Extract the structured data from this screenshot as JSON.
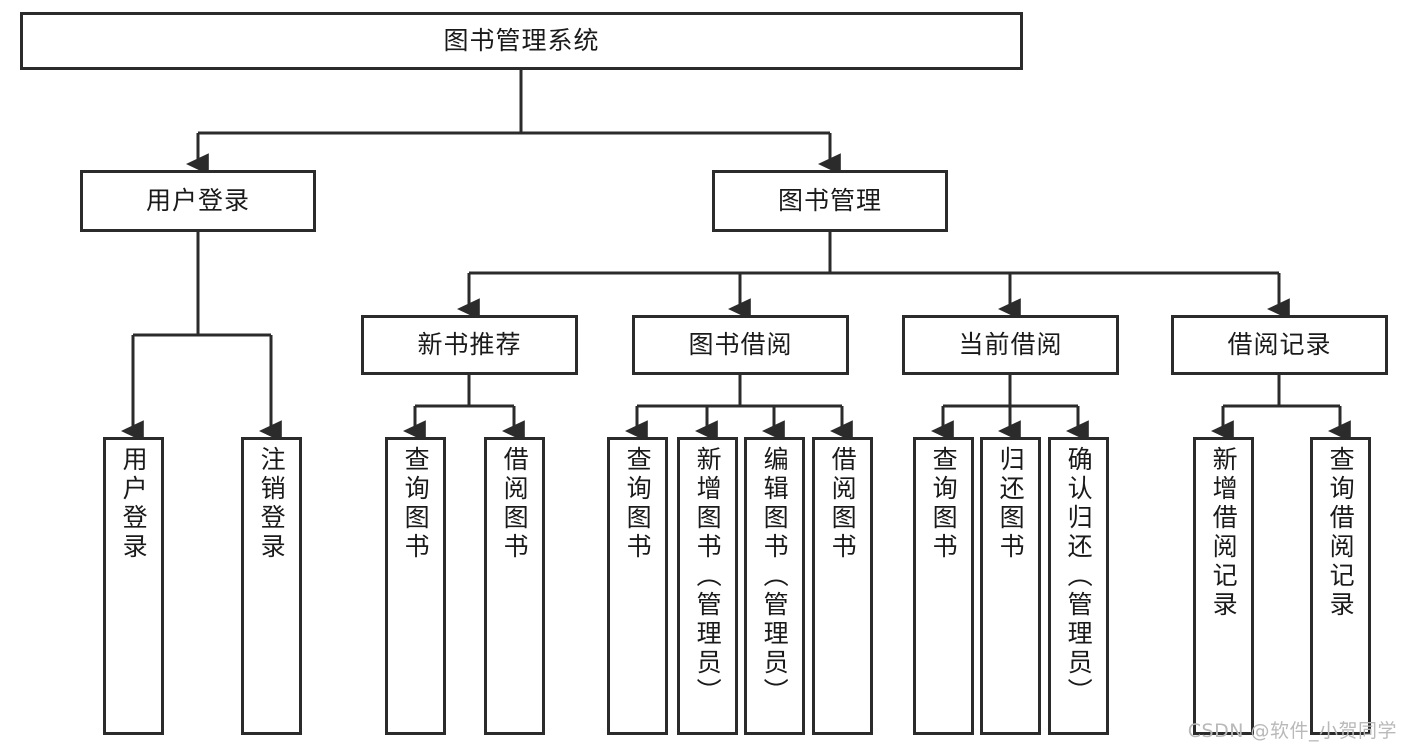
{
  "diagram": {
    "title": "图书管理系统",
    "watermark": "CSDN @软件_小贺同学",
    "colors": {
      "stroke": "#2b2b2b",
      "fill": "#ffffff",
      "text": "#1a1a1a",
      "watermark": "#b9b9b9"
    },
    "levels": {
      "root": {
        "label": "图书管理系统"
      },
      "level2": [
        {
          "id": "user-login",
          "label": "用户登录"
        },
        {
          "id": "book-manage",
          "label": "图书管理"
        }
      ],
      "level3": [
        {
          "id": "new-book-recommend",
          "label": "新书推荐"
        },
        {
          "id": "book-borrow",
          "label": "图书借阅"
        },
        {
          "id": "current-borrow",
          "label": "当前借阅"
        },
        {
          "id": "borrow-record",
          "label": "借阅记录"
        }
      ],
      "leaves": [
        {
          "id": "leaf-user-login",
          "label": "用户登录",
          "parent": "user-login"
        },
        {
          "id": "leaf-logout-login",
          "label": "注销登录",
          "parent": "user-login"
        },
        {
          "id": "leaf-query-book-1",
          "label": "查询图书",
          "parent": "new-book-recommend"
        },
        {
          "id": "leaf-borrow-book-1",
          "label": "借阅图书",
          "parent": "new-book-recommend"
        },
        {
          "id": "leaf-query-book-2",
          "label": "查询图书",
          "parent": "book-borrow"
        },
        {
          "id": "leaf-add-book",
          "label": "新增图书（管理员）",
          "parent": "book-borrow"
        },
        {
          "id": "leaf-edit-book",
          "label": "编辑图书（管理员）",
          "parent": "book-borrow"
        },
        {
          "id": "leaf-borrow-book-2",
          "label": "借阅图书",
          "parent": "book-borrow"
        },
        {
          "id": "leaf-query-book-3",
          "label": "查询图书",
          "parent": "current-borrow"
        },
        {
          "id": "leaf-return-book",
          "label": "归还图书",
          "parent": "current-borrow"
        },
        {
          "id": "leaf-confirm-return",
          "label": "确认归还（管理员）",
          "parent": "current-borrow"
        },
        {
          "id": "leaf-add-record",
          "label": "新增借阅记录",
          "parent": "borrow-record"
        },
        {
          "id": "leaf-query-record",
          "label": "查询借阅记录",
          "parent": "borrow-record"
        }
      ]
    }
  }
}
